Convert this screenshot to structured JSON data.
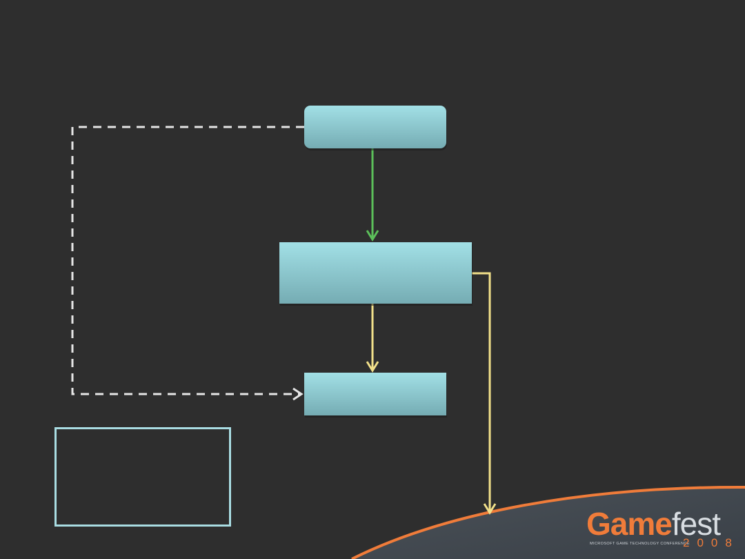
{
  "diagram": {
    "nodes": [
      {
        "id": "top-box",
        "label": ""
      },
      {
        "id": "middle-box",
        "label": ""
      },
      {
        "id": "bottom-box",
        "label": ""
      },
      {
        "id": "legend-box",
        "label": ""
      }
    ],
    "edges": [
      {
        "from": "top-box",
        "to": "middle-box",
        "style": "solid",
        "color": "#5cc05a"
      },
      {
        "from": "middle-box",
        "to": "bottom-box",
        "style": "solid",
        "color": "#f2e08a"
      },
      {
        "from": "middle-box",
        "to": "off-slide",
        "style": "solid",
        "color": "#f2e08a"
      },
      {
        "from": "top-box",
        "to": "bottom-box",
        "style": "dashed",
        "color": "#e6e6e6"
      }
    ]
  },
  "colors": {
    "background": "#2e2e2e",
    "box_top": "#a2e0e6",
    "box_bottom": "#75acb3",
    "legend_border": "#a9dde3",
    "accent_orange": "#f07c3a"
  },
  "branding": {
    "word_part1": "Game",
    "word_part2": "fest",
    "tagline": "MICROSOFT GAME TECHNOLOGY CONFERENCE",
    "year": "2008"
  }
}
